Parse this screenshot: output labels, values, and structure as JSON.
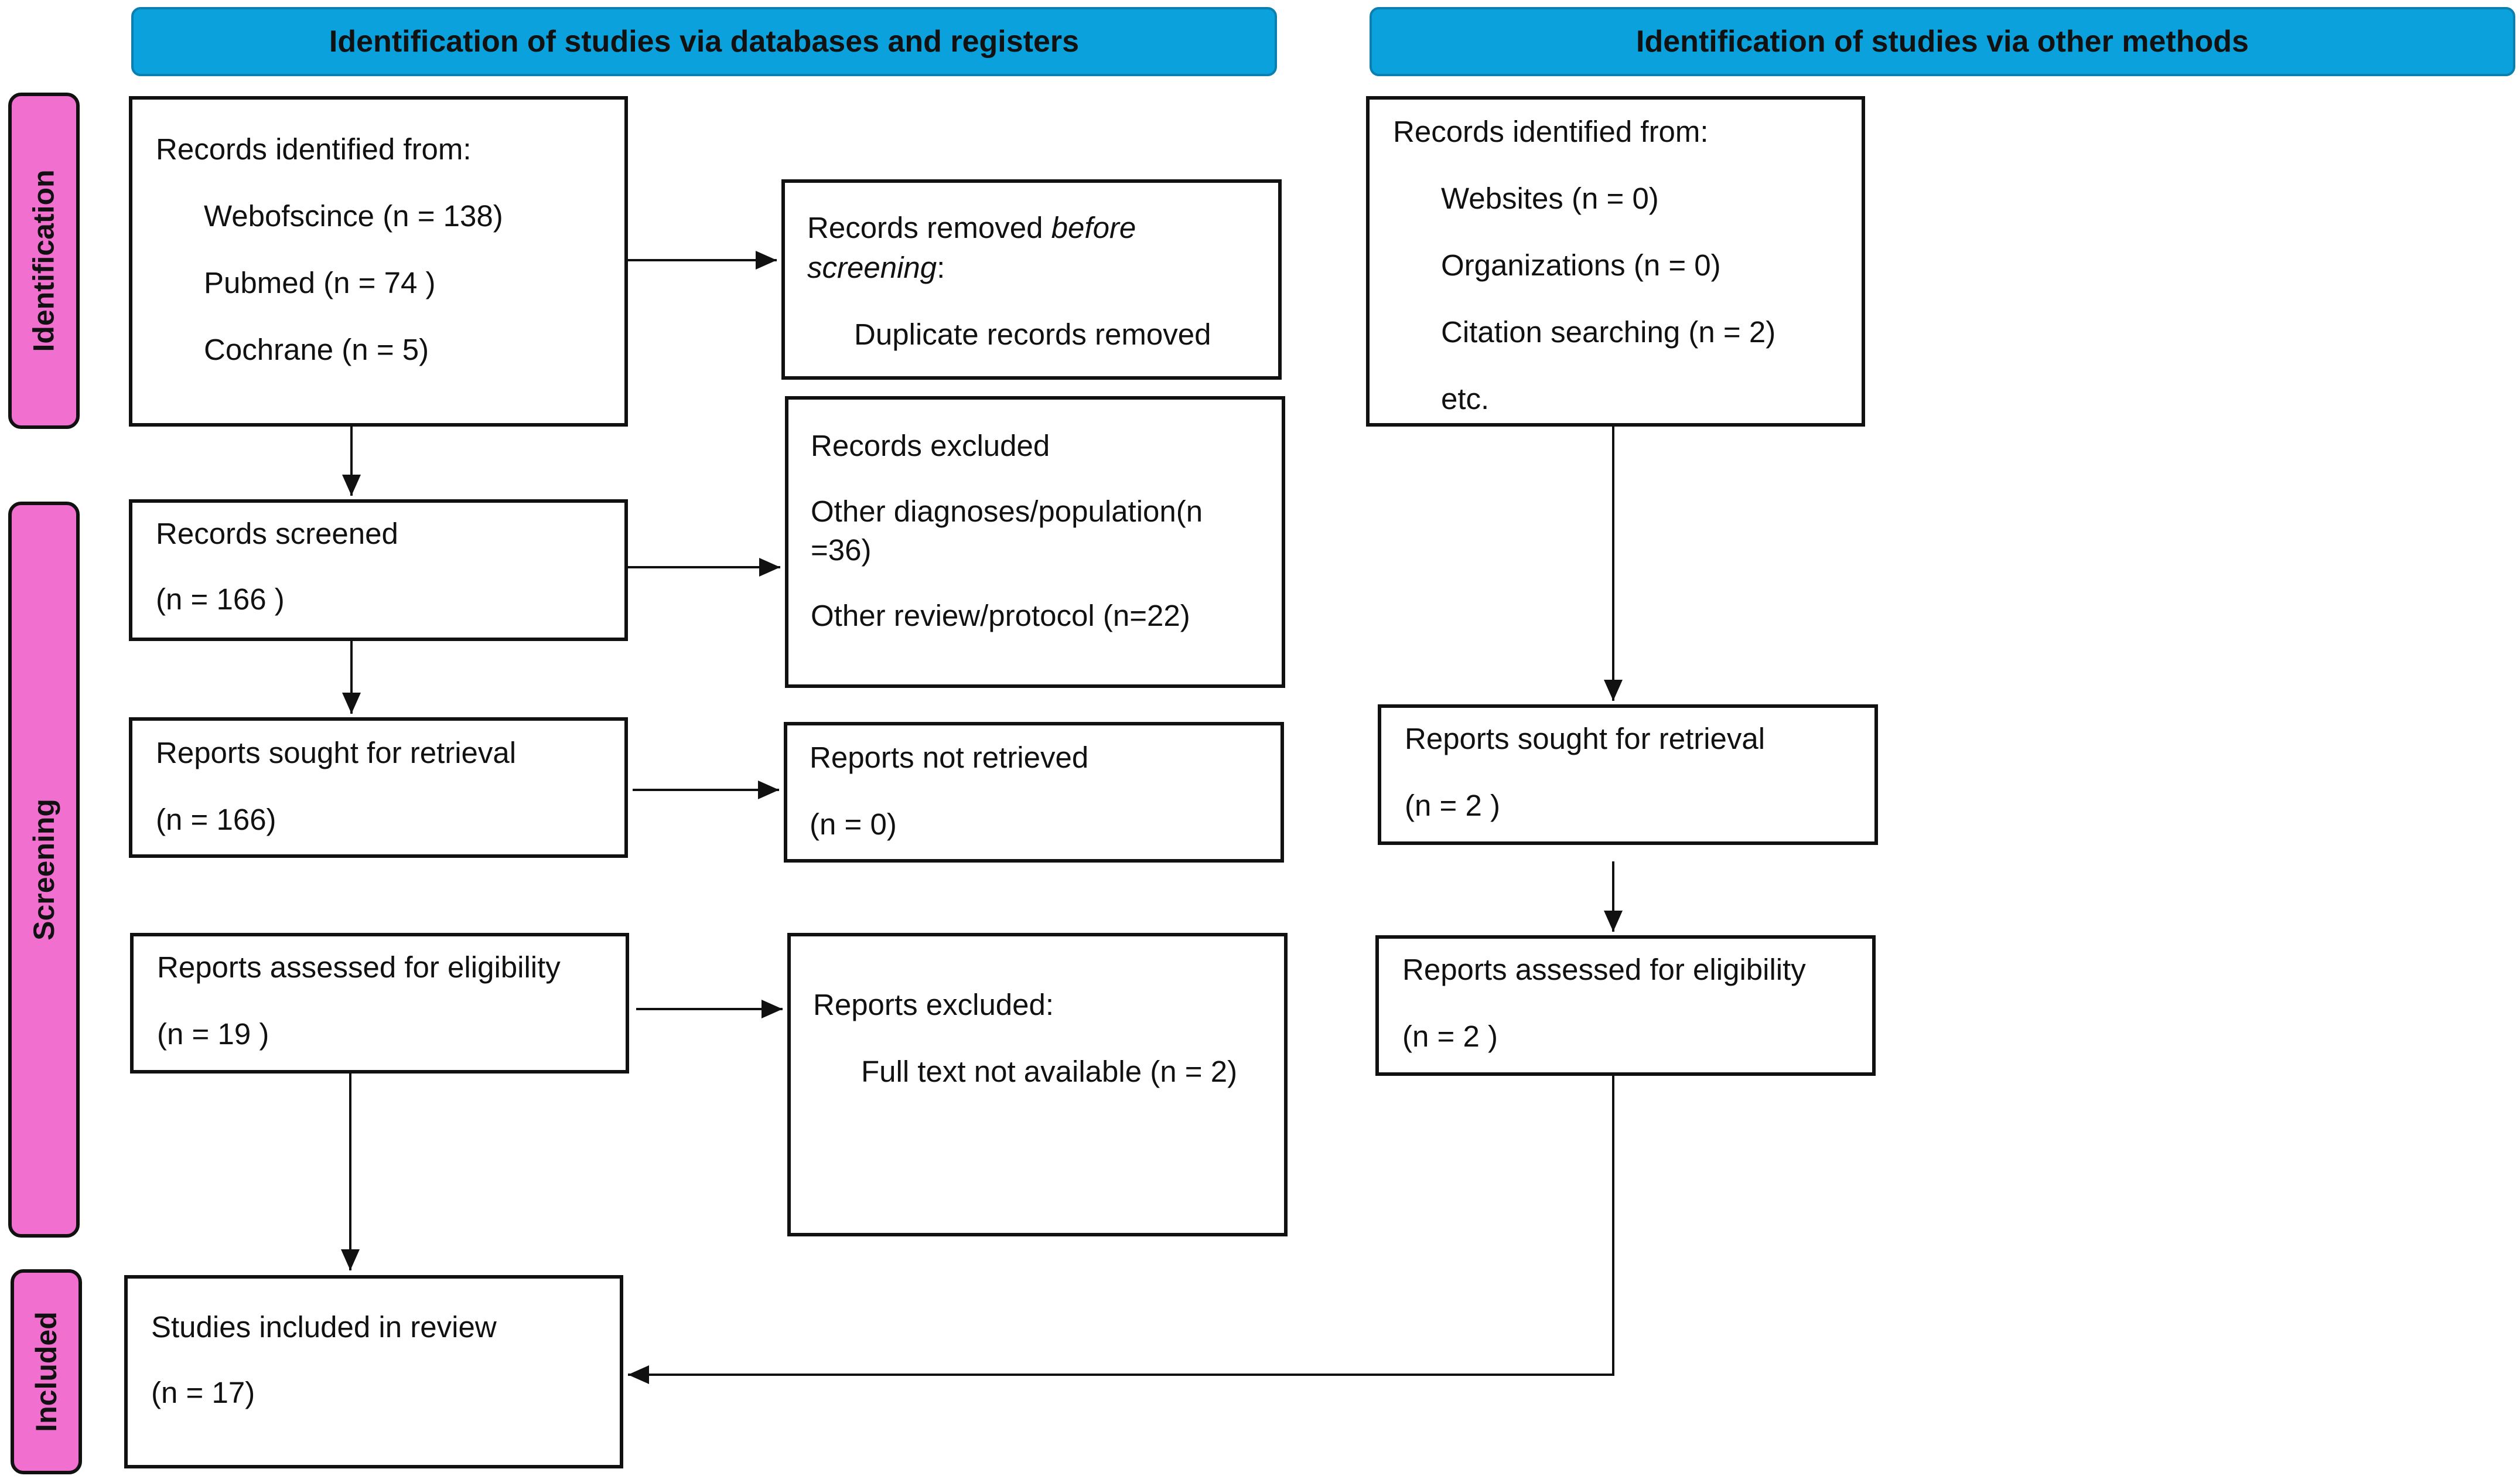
{
  "headers": {
    "databases": "Identification of studies via databases and registers",
    "other": "Identification of studies via other methods"
  },
  "phases": {
    "identification": "Identification",
    "screening": "Screening",
    "included": "Included"
  },
  "left": {
    "records_identified": {
      "title": "Records identified from:",
      "sources": [
        "Webofscince (n = 138)",
        "Pubmed (n = 74 )",
        "Cochrane (n = 5)"
      ]
    },
    "records_removed": {
      "title_pre": "Records removed ",
      "title_em": "before",
      "title_em2": "screening",
      "title_post": ":",
      "detail": "Duplicate records removed"
    },
    "records_screened": {
      "title": "Records screened",
      "count": "(n = 166 )"
    },
    "records_excluded": {
      "title": "Records excluded",
      "reason1_line1": "Other diagnoses/population(n",
      "reason1_line2": "=36)",
      "reason2": "Other review/protocol (n=22)"
    },
    "reports_sought": {
      "title": "Reports sought for retrieval",
      "count": "(n = 166)"
    },
    "reports_not_retrieved": {
      "title": "Reports not retrieved",
      "count": "(n = 0)"
    },
    "reports_assessed": {
      "title": "Reports assessed for eligibility",
      "count": "(n = 19 )"
    },
    "reports_excluded": {
      "title": "Reports excluded:",
      "detail": "Full text not available (n = 2)"
    },
    "studies_included": {
      "title": "Studies included in review",
      "count": "(n = 17)"
    }
  },
  "right": {
    "records_identified": {
      "title": "Records identified from:",
      "sources": [
        "Websites (n = 0)",
        "Organizations (n = 0)",
        "Citation searching (n = 2)",
        "etc."
      ]
    },
    "reports_sought": {
      "title": "Reports sought for retrieval",
      "count": "(n = 2 )"
    },
    "reports_assessed": {
      "title": "Reports assessed for eligibility",
      "count": "(n = 2 )"
    }
  },
  "colors": {
    "header": "#0aa1dd",
    "phase": "#f06fcf",
    "line": "#111111"
  }
}
